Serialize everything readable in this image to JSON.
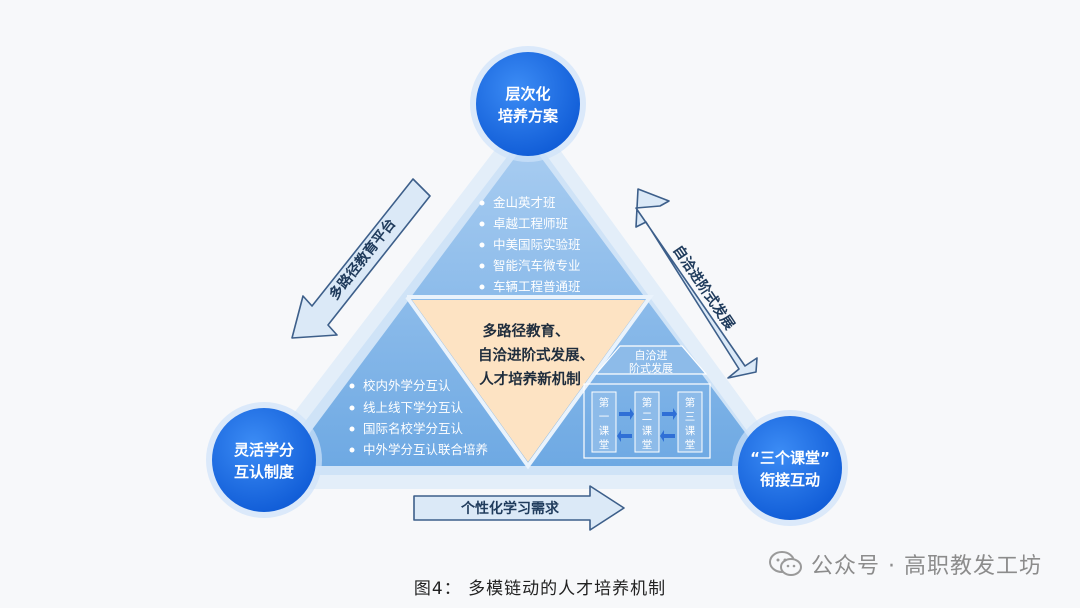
{
  "nodes": {
    "top": {
      "line1": "层次化",
      "line2": "培养方案"
    },
    "left": {
      "line1": "灵活学分",
      "line2": "互认制度"
    },
    "right": {
      "line1": "“三个课堂”",
      "line2": "衔接互动"
    }
  },
  "top_list": [
    "金山英才班",
    "卓越工程师班",
    "中美国际实验班",
    "智能汽车微专业",
    "车辆工程普通班"
  ],
  "left_list": [
    "校内外学分互认",
    "线上线下学分互认",
    "国际名校学分互认",
    "中外学分互认联合培养"
  ],
  "center": {
    "line1": "多路径教育、",
    "line2": "自洽进阶式发展、",
    "line3": "人才培养新机制"
  },
  "right_panel": {
    "heading_line1": "自洽进",
    "heading_line2": "阶式发展",
    "classes": [
      [
        "第",
        "一",
        "课",
        "堂"
      ],
      [
        "第",
        "二",
        "课",
        "堂"
      ],
      [
        "第",
        "三",
        "课",
        "堂"
      ]
    ]
  },
  "arrows": {
    "left": "多路径教育平台",
    "right": "自洽进阶式发展",
    "bottom": "个性化学习需求"
  },
  "caption": "图4： 多模链动的人才培养机制",
  "watermark": "公众号 · 高职教发工坊",
  "colors": {
    "circle": "#1a6ee8",
    "triangle_blue": "#7fb3e6",
    "center_peach": "#fde3c3",
    "arrow_fill": "#dbe9f7"
  }
}
